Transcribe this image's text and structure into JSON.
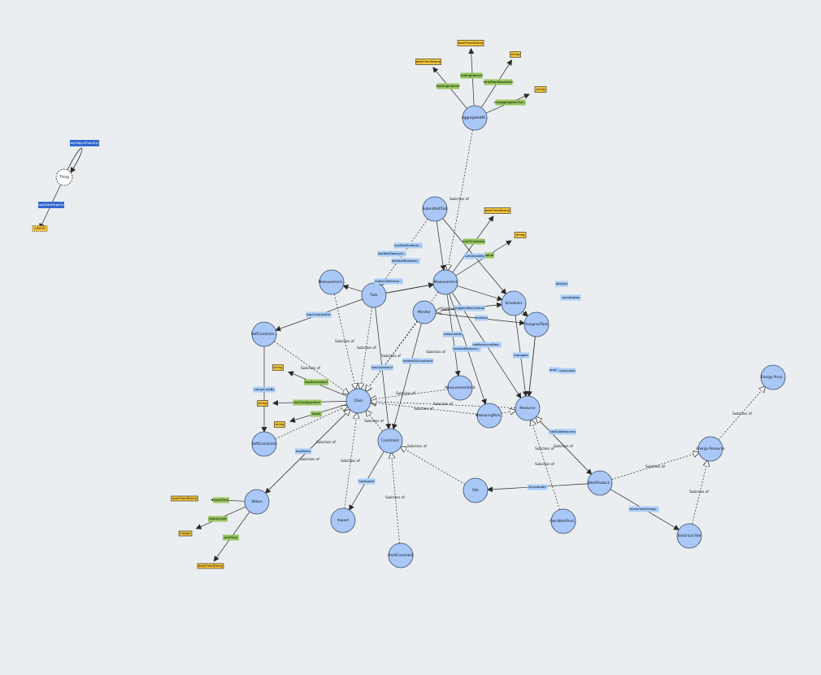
{
  "colors": {
    "background": "#ebeef0",
    "class_fill": "#a9c7f7",
    "class_stroke": "#3a4d68",
    "object_property": "#aacdfa",
    "data_property": "#96c45e",
    "datatype": "#f5c63c",
    "special_property": "#3468d0",
    "edge": "#2a2a2a"
  },
  "nodes": [
    {
      "id": "thing",
      "label": "Thing",
      "kind": "thing"
    },
    {
      "id": "literal",
      "label": "Literal",
      "kind": "literal"
    },
    {
      "id": "aggregated",
      "label": "AggregatedM...",
      "kind": "class"
    },
    {
      "id": "submitted",
      "label": "SubmittedTask",
      "kind": "class"
    },
    {
      "id": "measurement",
      "label": "Measurement",
      "kind": "class"
    },
    {
      "id": "measurement2",
      "label": "Measurement...",
      "kind": "class"
    },
    {
      "id": "task",
      "label": "Task",
      "kind": "class"
    },
    {
      "id": "monitor",
      "label": "Monitor",
      "kind": "class"
    },
    {
      "id": "scheduler",
      "label": "Scheduler",
      "kind": "class"
    },
    {
      "id": "assigned",
      "label": "AssignedTask",
      "kind": "class"
    },
    {
      "id": "softc",
      "label": "SoftConstrain...",
      "kind": "class"
    },
    {
      "id": "softc2",
      "label": "SoftConstraint",
      "kind": "class"
    },
    {
      "id": "class",
      "label": "Class",
      "kind": "class"
    },
    {
      "id": "constraint",
      "label": "Constraint",
      "kind": "class"
    },
    {
      "id": "munit",
      "label": "MeasurementUnit",
      "kind": "class"
    },
    {
      "id": "mpoint",
      "label": "MeasuringPoin...",
      "kind": "class"
    },
    {
      "id": "resource",
      "label": "Resource",
      "kind": "class"
    },
    {
      "id": "site",
      "label": "Site",
      "kind": "class"
    },
    {
      "id": "status",
      "label": "Status",
      "kind": "class"
    },
    {
      "id": "aspect",
      "label": "Aspect",
      "kind": "class"
    },
    {
      "id": "hardc",
      "label": "HardConstraint",
      "kind": "class"
    },
    {
      "id": "ownwork",
      "label": "OwnWorkProd...",
      "kind": "class"
    },
    {
      "id": "workprod",
      "label": "WorkProduct...",
      "kind": "class"
    },
    {
      "id": "electrical",
      "label": "Electrical Site",
      "kind": "class"
    },
    {
      "id": "energyres",
      "label": "Energy Resource",
      "kind": "class"
    },
    {
      "id": "energyprov",
      "label": "Energy Provi...",
      "kind": "class"
    }
  ],
  "labels": [
    {
      "text": "topObjectProperty",
      "kind": "special"
    },
    {
      "text": "topDataProperty",
      "kind": "special"
    },
    {
      "text": "dateTimeStamp",
      "kind": "datatype"
    },
    {
      "text": "dateTimeStamp",
      "kind": "datatype"
    },
    {
      "text": "string",
      "kind": "datatype"
    },
    {
      "text": "string",
      "kind": "datatype"
    },
    {
      "text": "endingInterval",
      "kind": "data"
    },
    {
      "text": "startingInterval",
      "kind": "data"
    },
    {
      "text": "timeStepResolution",
      "kind": "data"
    },
    {
      "text": "hasAggregationFun...",
      "kind": "data"
    },
    {
      "text": "dateTimeStamp",
      "kind": "datatype"
    },
    {
      "text": "string",
      "kind": "datatype"
    },
    {
      "text": "hasTimestamp",
      "kind": "data"
    },
    {
      "text": "value",
      "kind": "data"
    },
    {
      "text": "scheduledBy",
      "kind": "object"
    },
    {
      "text": "hasTaskPredicte...",
      "kind": "object"
    },
    {
      "text": "hasTaskMeasure...",
      "kind": "object"
    },
    {
      "text": "hasTaskRealized...",
      "kind": "object"
    },
    {
      "text": "relatesToMeasur...",
      "kind": "object"
    },
    {
      "text": "assigns",
      "kind": "object"
    },
    {
      "text": "coordinates",
      "kind": "object"
    },
    {
      "text": "triggersReschedule",
      "kind": "object"
    },
    {
      "text": "monitors",
      "kind": "object"
    },
    {
      "text": "measuredIn",
      "kind": "object"
    },
    {
      "text": "relatedMeasure...",
      "kind": "object"
    },
    {
      "text": "hasResourceMea...",
      "kind": "object"
    },
    {
      "text": "manages",
      "kind": "object"
    },
    {
      "text": "prod...",
      "kind": "object"
    },
    {
      "text": "consumes",
      "kind": "object"
    },
    {
      "text": "hasComposition",
      "kind": "object"
    },
    {
      "text": "compoundBy",
      "kind": "object"
    },
    {
      "text": "relatesToConstraint",
      "kind": "object"
    },
    {
      "text": "hasConstraint",
      "kind": "object"
    },
    {
      "text": "string",
      "kind": "datatype"
    },
    {
      "text": "hasDescription",
      "kind": "data"
    },
    {
      "text": "string",
      "kind": "datatype"
    },
    {
      "text": "hasConfiguration",
      "kind": "data"
    },
    {
      "text": "string",
      "kind": "datatype"
    },
    {
      "text": "hasID",
      "kind": "data"
    },
    {
      "text": "hasStatus",
      "kind": "object"
    },
    {
      "text": "hasSubResource",
      "kind": "object"
    },
    {
      "text": "isLocatedIn",
      "kind": "object"
    },
    {
      "text": "hasAspect",
      "kind": "object"
    },
    {
      "text": "consumesEnergy...",
      "kind": "object"
    },
    {
      "text": "dateTimeStamp",
      "kind": "datatype"
    },
    {
      "text": "startTime",
      "kind": "data"
    },
    {
      "text": "statusCode",
      "kind": "data"
    },
    {
      "text": "integer",
      "kind": "datatype"
    },
    {
      "text": "endTime",
      "kind": "data"
    },
    {
      "text": "dateTimeStamp",
      "kind": "datatype"
    }
  ],
  "subclass_text": "Subclass of"
}
